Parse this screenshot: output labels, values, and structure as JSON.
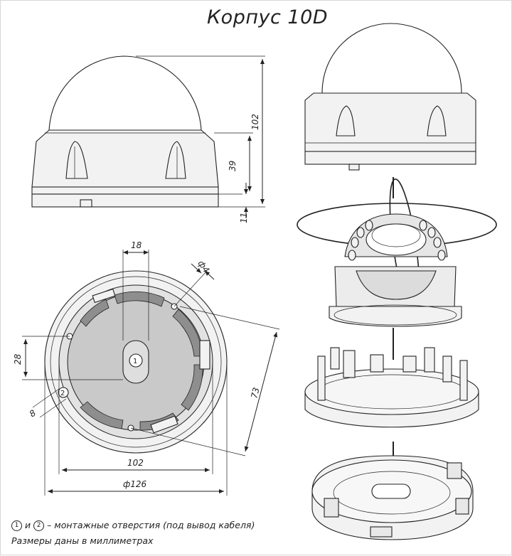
{
  "title": "Корпус 10D",
  "dimensions": {
    "height_total": "102",
    "height_body": "39",
    "height_base": "11",
    "hole_offset": "18",
    "hole_diameter": "ф4",
    "left_offset": "28",
    "small_size": "8",
    "diag_distance": "73",
    "inner_diameter": "102",
    "outer_diameter": "ф126"
  },
  "markers": {
    "hole1": "1",
    "hole2": "2"
  },
  "legend": {
    "line1_a": "1",
    "line1_and": "и",
    "line1_b": "2",
    "line1_text": "– монтажные отверстия (под вывод кабеля)",
    "line2": "Размеры даны в миллиметрах"
  },
  "colors": {
    "line": "#222222",
    "plate": "#c9c9c9",
    "body": "#f2f2f2",
    "dark_segments": "#8e8e8e"
  }
}
